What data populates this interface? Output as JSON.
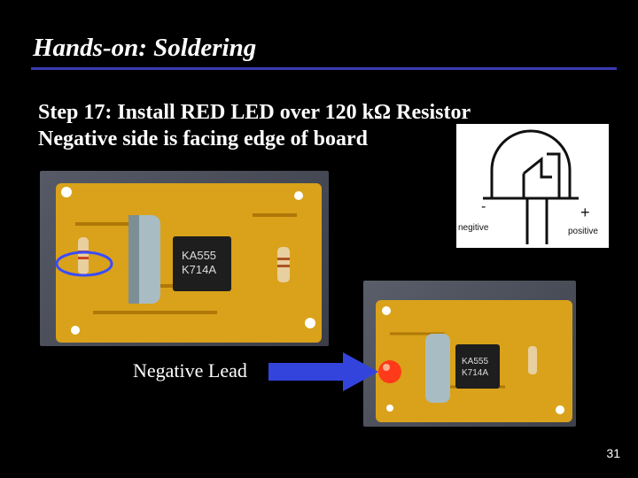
{
  "slide": {
    "title": "Hands-on:  Soldering",
    "step_line1": "Step 17:  Install RED LED over 120 kΩ  Resistor",
    "step_line2": "Negative side is facing edge of board",
    "negative_lead_label": "Negative Lead",
    "page_number": "31"
  },
  "diagram": {
    "minus": "-",
    "plus": "+",
    "negative_label": "negitive",
    "positive_label": "positive"
  },
  "chips": {
    "chip1_line1": "KA555",
    "chip1_line2": "K714A",
    "chip2_line1": "KA555",
    "chip2_line2": "K714A"
  },
  "colors": {
    "rule": "#3a3ab0",
    "arrow": "#3344dd",
    "board": "#d9a21a",
    "led": "#ff3a1a",
    "highlight_ring": "#3a4cff"
  }
}
